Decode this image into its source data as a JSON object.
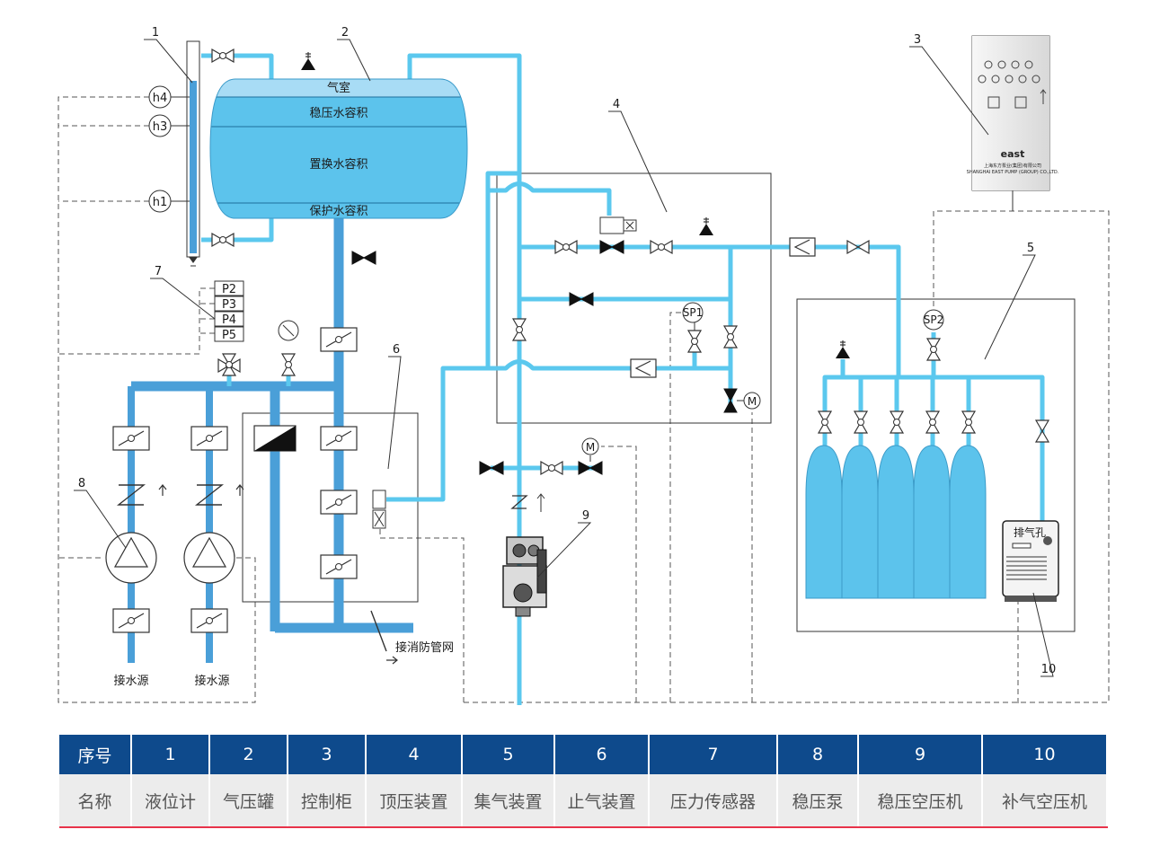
{
  "labels": {
    "n1": "1",
    "n2": "2",
    "n3": "3",
    "n4": "4",
    "n5": "5",
    "n6": "6",
    "n7": "7",
    "n8": "8",
    "n9": "9",
    "n10": "10"
  },
  "tank": {
    "air": "气室",
    "stable": "稳压水容积",
    "replace": "置换水容积",
    "protect": "保护水容积"
  },
  "gauges": {
    "h4": "h4",
    "h3": "h3",
    "h1": "h1"
  },
  "sensors": [
    "P2",
    "P3",
    "P4",
    "P5"
  ],
  "sp": {
    "sp1": "SP1",
    "sp2": "SP2"
  },
  "motor": "M",
  "water_source": "接水源",
  "fire_network": "接消防管网",
  "exhaust": "排气孔",
  "cabinet": {
    "logo": "east",
    "line1": "上海东方泵业(集团)有限公司",
    "line2": "SHANGHAI EAST PUMP (GROUP) CO.,LTD."
  },
  "legend": {
    "header_label": "序号",
    "name_label": "名称",
    "numbers": [
      "1",
      "2",
      "3",
      "4",
      "5",
      "6",
      "7",
      "8",
      "9",
      "10"
    ],
    "names": [
      "液位计",
      "气压罐",
      "控制柜",
      "顶压装置",
      "集气装置",
      "止气装置",
      "压力传感器",
      "稳压泵",
      "稳压空压机",
      "补气空压机"
    ]
  },
  "colors": {
    "pipe_light": "#5bc8ee",
    "pipe_main": "#4a9fd8",
    "tank_top": "#a8dcf5",
    "tank_mid": "#5cc3ec",
    "cylinder": "#5cc3ec",
    "legend_header": "#0e4a8c",
    "legend_row": "#ececec",
    "legend_line": "#e8334a"
  }
}
